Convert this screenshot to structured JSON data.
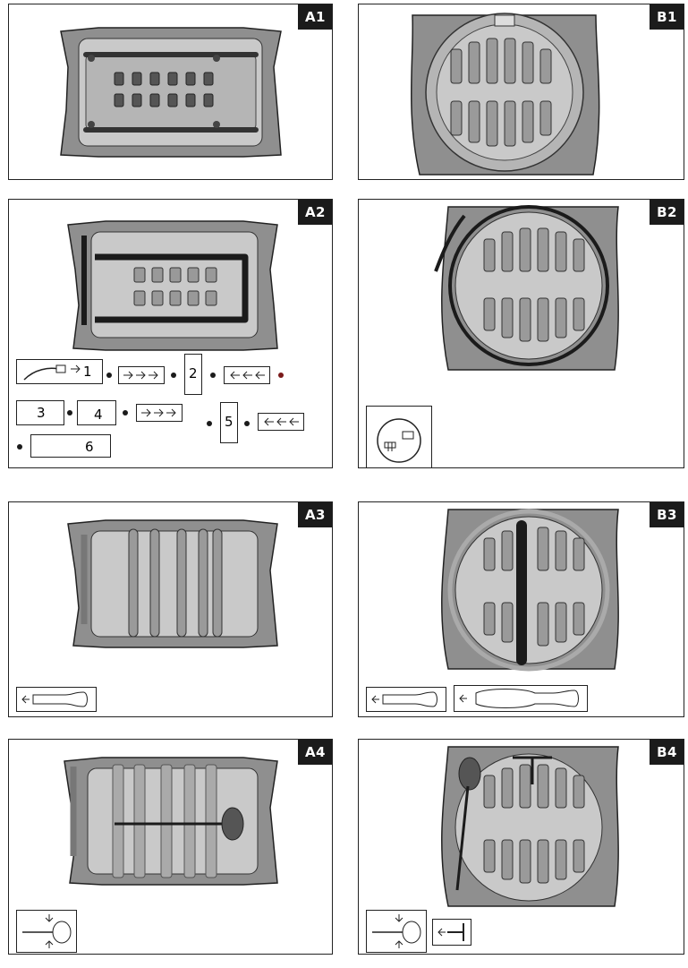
{
  "panels": [
    {
      "id": "A1"
    },
    {
      "id": "B1"
    },
    {
      "id": "A2"
    },
    {
      "id": "B2"
    },
    {
      "id": "A3"
    },
    {
      "id": "B3"
    },
    {
      "id": "A4"
    },
    {
      "id": "B4"
    }
  ],
  "steps": {
    "s1": "1",
    "s2": "2",
    "s3": "3",
    "s4": "4",
    "s5": "5",
    "s6": "6"
  },
  "colors": {
    "body_fill": "#8f8f8f",
    "plate_fill": "#c9c9c9",
    "dark": "#1b1b1b",
    "dot": "#7a1a1a"
  }
}
